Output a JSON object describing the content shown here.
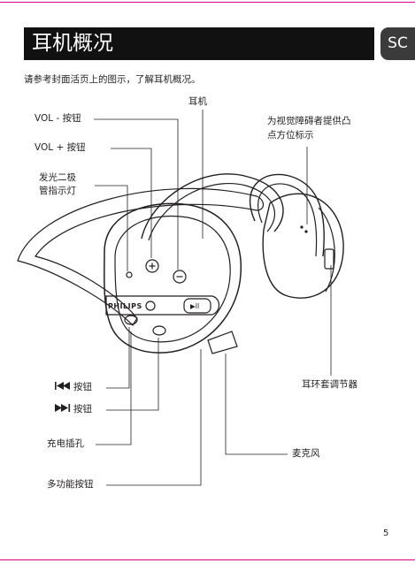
{
  "header": {
    "title": "耳机概况",
    "language_tab": "SC"
  },
  "intro_text": "请参考封面活页上的图示，了解耳机概况。",
  "labels": {
    "headphone": "耳机",
    "vol_minus": "VOL - 按钮",
    "vol_plus": "VOL + 按钮",
    "led_line1": "发光二极",
    "led_line2": "管指示灯",
    "braille_line1": "为视觉障碍者提供凸",
    "braille_line2": "点方位标示",
    "prev": "按钮",
    "next": "按钮",
    "ear_cushion": "耳环套调节器",
    "charge": "充电插孔",
    "mic": "麦克风",
    "multifunction": "多功能按钮"
  },
  "device": {
    "brand": "PHILIPS",
    "play_pause": "▶II"
  },
  "footer": {
    "page_number": "5"
  },
  "colors": {
    "accent": "#e2007a",
    "title_bg": "#111111",
    "tab_bg": "#3b3b3b"
  }
}
